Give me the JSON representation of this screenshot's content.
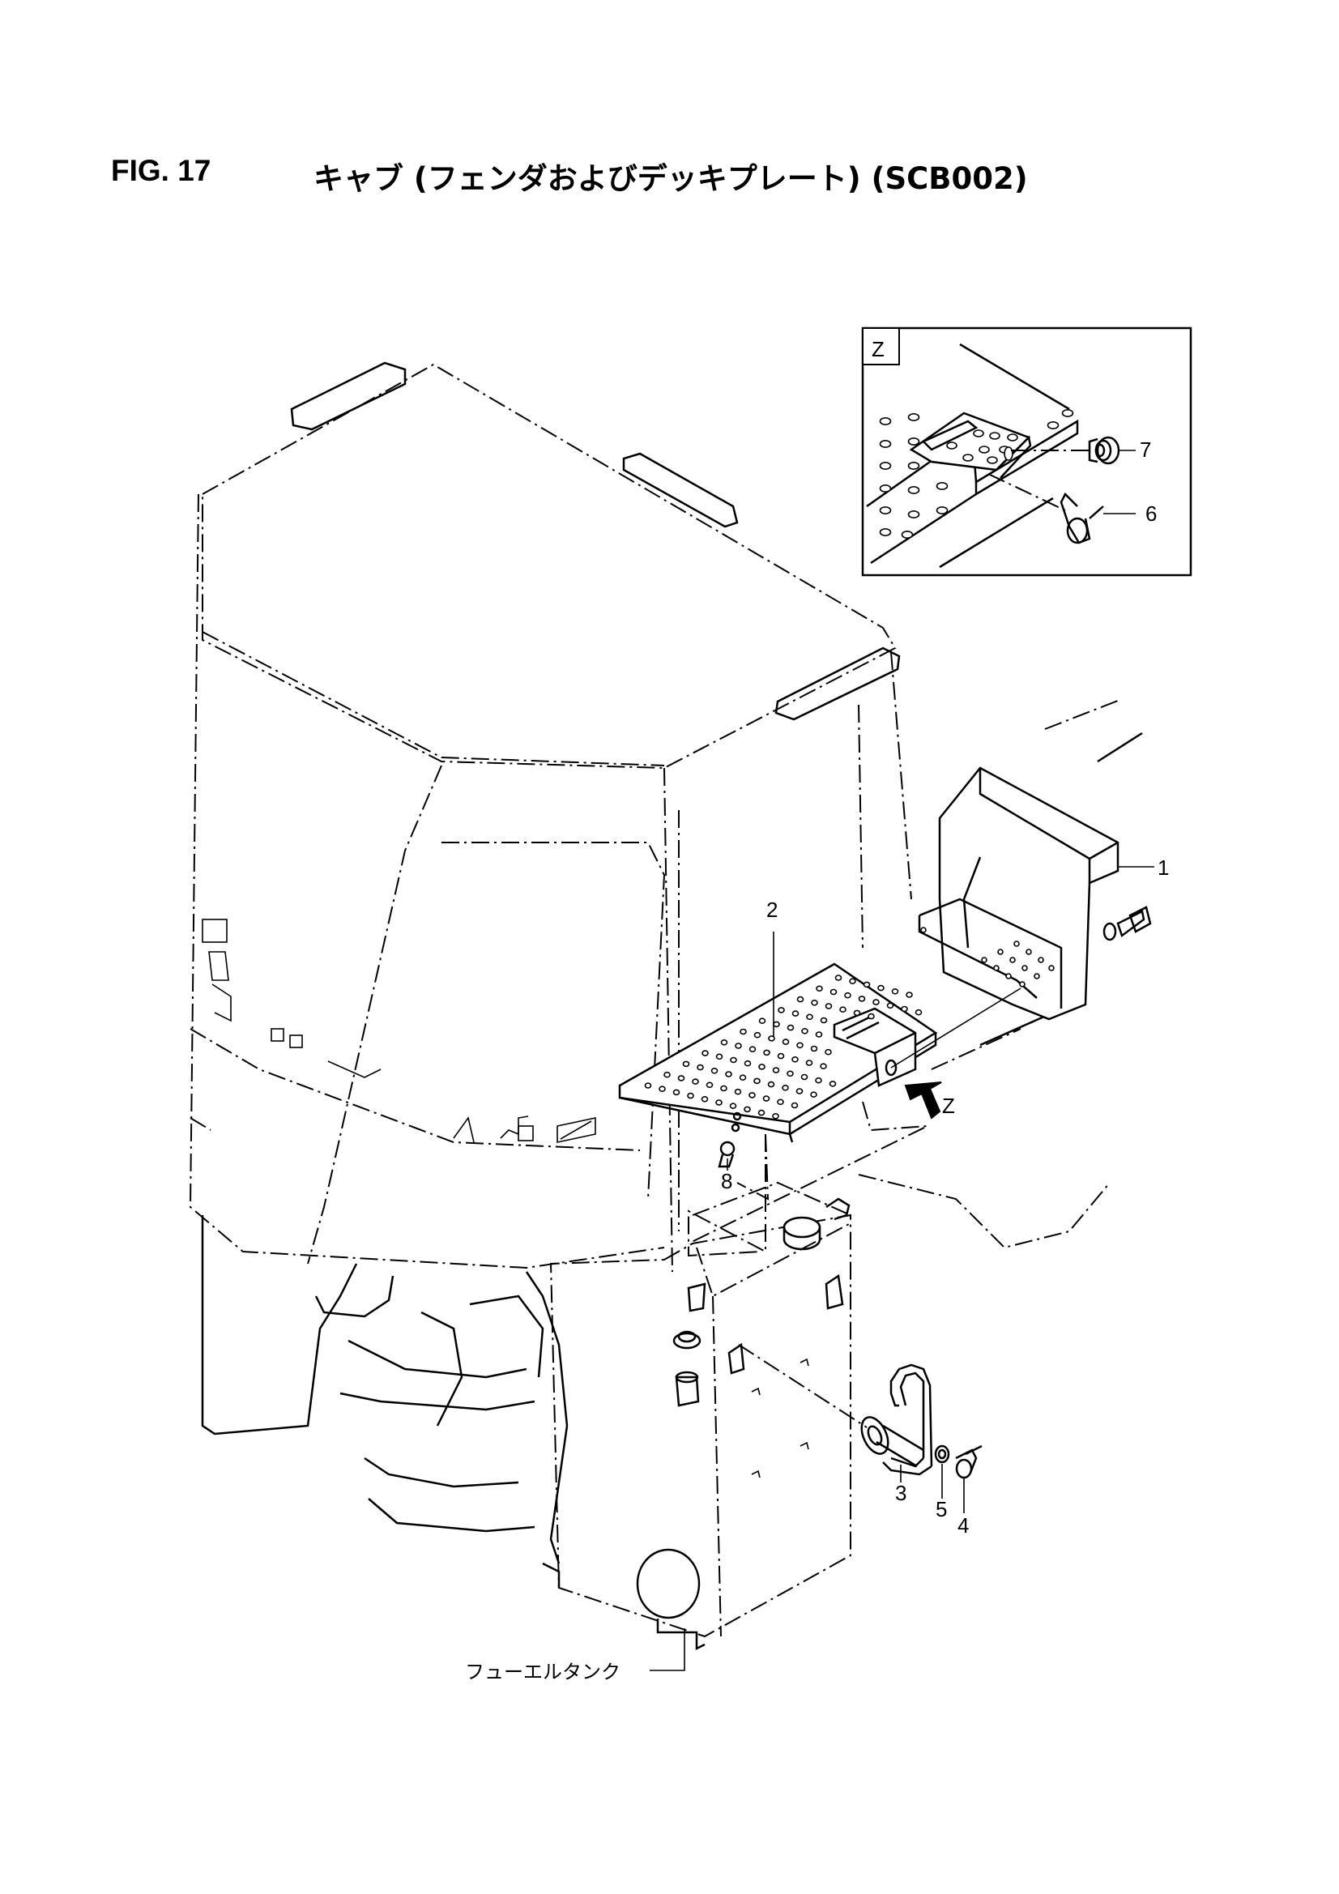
{
  "header": {
    "figure_number": "FIG. 17",
    "title": "キャブ (フェンダおよびデッキプレート) (SCB002)"
  },
  "detail_view": {
    "label": "Z"
  },
  "view_arrow": {
    "label": "Z"
  },
  "callouts": [
    {
      "id": "1",
      "label": "1"
    },
    {
      "id": "2",
      "label": "2"
    },
    {
      "id": "3",
      "label": "3"
    },
    {
      "id": "4",
      "label": "4"
    },
    {
      "id": "5",
      "label": "5"
    },
    {
      "id": "6",
      "label": "6"
    },
    {
      "id": "7",
      "label": "7"
    },
    {
      "id": "8",
      "label": "8"
    }
  ],
  "reference_labels": {
    "fuel_tank": "フューエルタンク"
  }
}
